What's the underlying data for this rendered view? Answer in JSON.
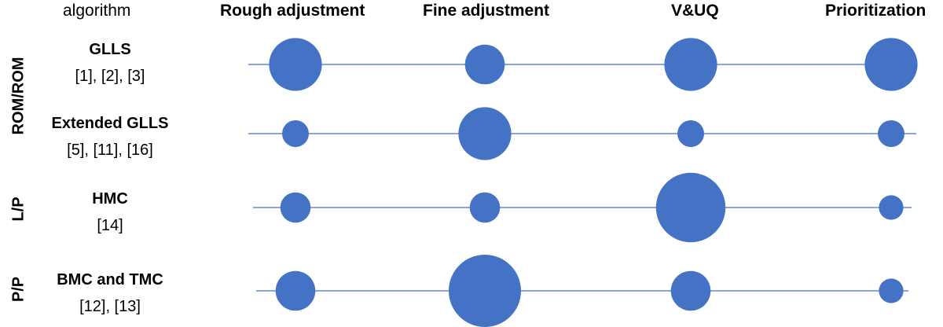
{
  "headers": {
    "algorithm": "algorithm",
    "columns": [
      "Rough adjustment",
      "Fine adjustment",
      "V&UQ",
      "Prioritization"
    ]
  },
  "groups": [
    {
      "label": "ROM/ROM"
    },
    {
      "label": "L/P"
    },
    {
      "label": "P/P"
    }
  ],
  "rows": [
    {
      "name": "GLLS",
      "refs": "[1], [2], [3]"
    },
    {
      "name": "Extended GLLS",
      "refs": "[5], [11], [16]"
    },
    {
      "name": "HMC",
      "refs": "[14]"
    },
    {
      "name": "BMC and TMC",
      "refs": "[12], [13]"
    }
  ],
  "bubble_relative_size": [
    [
      0.73,
      0.55,
      0.73,
      0.73
    ],
    [
      0.37,
      0.73,
      0.37,
      0.37
    ],
    [
      0.42,
      0.42,
      0.96,
      0.34
    ],
    [
      0.55,
      1.0,
      0.55,
      0.34
    ]
  ],
  "colors": {
    "bubble": "#4472C4",
    "line": "#4472C4"
  }
}
